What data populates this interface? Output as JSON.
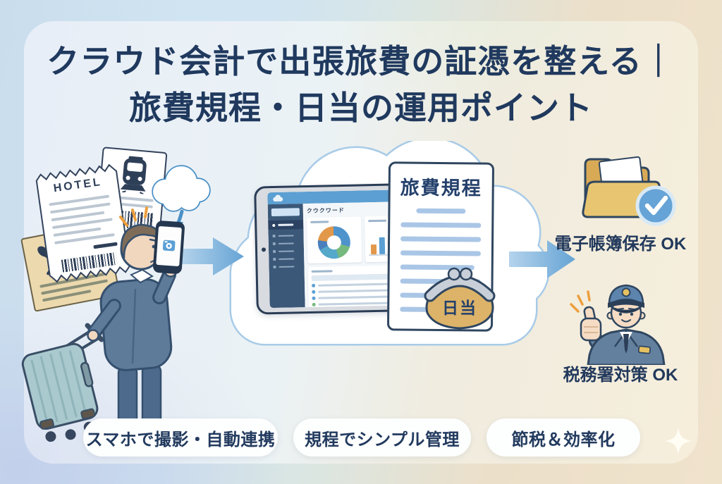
{
  "title": {
    "line1": "クラウド会計で出張旅費の証憑を整える｜",
    "line2": "旅費規程・日当の運用ポイント"
  },
  "receipts": {
    "hotel_label": "HOTEL"
  },
  "tablet_app": {
    "appbar_text": "クウクワード"
  },
  "policy_document": {
    "title": "旅費規程"
  },
  "purse": {
    "label": "日当"
  },
  "outcomes": {
    "folder_caption": "電子帳簿保存 OK",
    "officer_caption": "税務署対策 OK"
  },
  "pills": [
    {
      "label": "スマホで撮影・自動連携"
    },
    {
      "label": "規程でシンプル管理"
    },
    {
      "label": "節税＆効率化"
    }
  ],
  "icons": {
    "hotel-receipt-icon": "zigzag paper receipt",
    "train-ticket-icon": "train front glyph on ticket",
    "meal-receipt-icon": "crossed fork and spoon",
    "upload-cloud-icon": "cloud with down arrow",
    "camera-icon": "camera app on smartphone",
    "big-cloud-icon": "cloud holding accounting app",
    "app-cloud-logo-icon": "white cloud in app top bar",
    "donut-chart-icon": "multicolor donut chart",
    "bar-chart-icon": "multicolor bar chart",
    "purse-icon": "gold clasp coin purse",
    "folder-check-icon": "gold folder with blue checkmark",
    "tax-officer-icon": "uniformed officer thumbs up",
    "arrow-right-icon": "blue flow arrow",
    "sparkle-icon": "four point star"
  },
  "colors": {
    "title_navy": "#20395e",
    "accent_blue": "#66a4d5",
    "cloud_border": "#a8cbe8",
    "topbar_blue": "#5c9fd2",
    "sidebar_navy": "#3b5878",
    "gold": "#e2ba6a",
    "spark_orange": "#ec9f3e",
    "pill_bg": "#fdfefe"
  }
}
